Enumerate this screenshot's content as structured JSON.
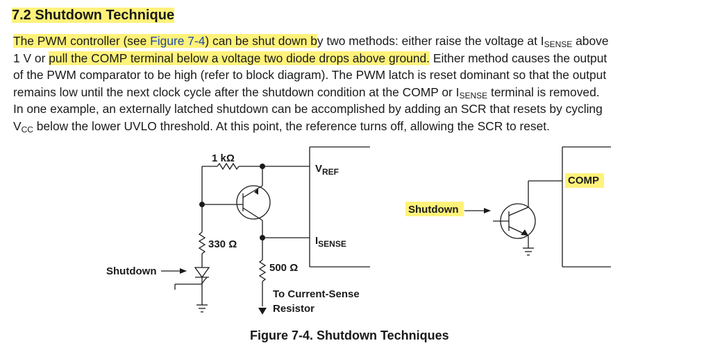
{
  "heading": "7.2 Shutdown Technique",
  "paragraph": {
    "l1_hl": "The PWM controller (see ",
    "l1_link": "Figure 7-4",
    "l1_hl2": ") can be shut down b",
    "l1_rest": "y two methods: either raise the voltage at I",
    "l1_sub": "SENSE",
    "l1_end": " above",
    "l2_a": "1 V or ",
    "l2_hl": "pull the COMP terminal below a voltage two diode drops above ground.",
    "l2_b": " Either method causes the output",
    "l3": "of the PWM comparator to be high (refer to block diagram). The PWM latch is reset dominant so that the output",
    "l4_a": "remains low until the next clock cycle after the shutdown condition at the COMP or I",
    "l4_sub": "SENSE",
    "l4_b": " terminal is removed.",
    "l5": "In one example, an externally latched shutdown can be accomplished by adding an SCR that resets by cycling",
    "l6_a": "V",
    "l6_sub": "CC",
    "l6_b": " below the lower UVLO threshold. At this point, the reference turns off, allowing the SCR to reset."
  },
  "diagram": {
    "r1_label": "1 kΩ",
    "r2_label": "330 Ω",
    "r3_label": "500 Ω",
    "vref_main": "V",
    "vref_sub": "REF",
    "isense_main": "I",
    "isense_sub": "SENSE",
    "shutdown_left": "Shutdown",
    "current_sense_l1": "To Current-Sense",
    "current_sense_l2": "Resistor",
    "shutdown_right": "Shutdown",
    "comp_label": "COMP"
  },
  "caption": "Figure 7-4. Shutdown Techniques"
}
